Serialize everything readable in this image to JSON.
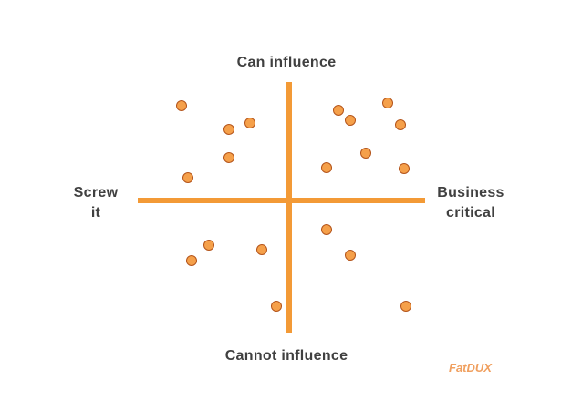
{
  "labels": {
    "top": "Can influence",
    "bottom": "Cannot influence",
    "left": "Screw\nit",
    "right": "Business\ncritical"
  },
  "logo": {
    "text": "FatDUX"
  },
  "colors": {
    "axis": "#f39a36",
    "dot_fill": "#f5a04a",
    "dot_stroke": "#b4541a",
    "text": "#404040",
    "logo": "#f0a060"
  }
}
